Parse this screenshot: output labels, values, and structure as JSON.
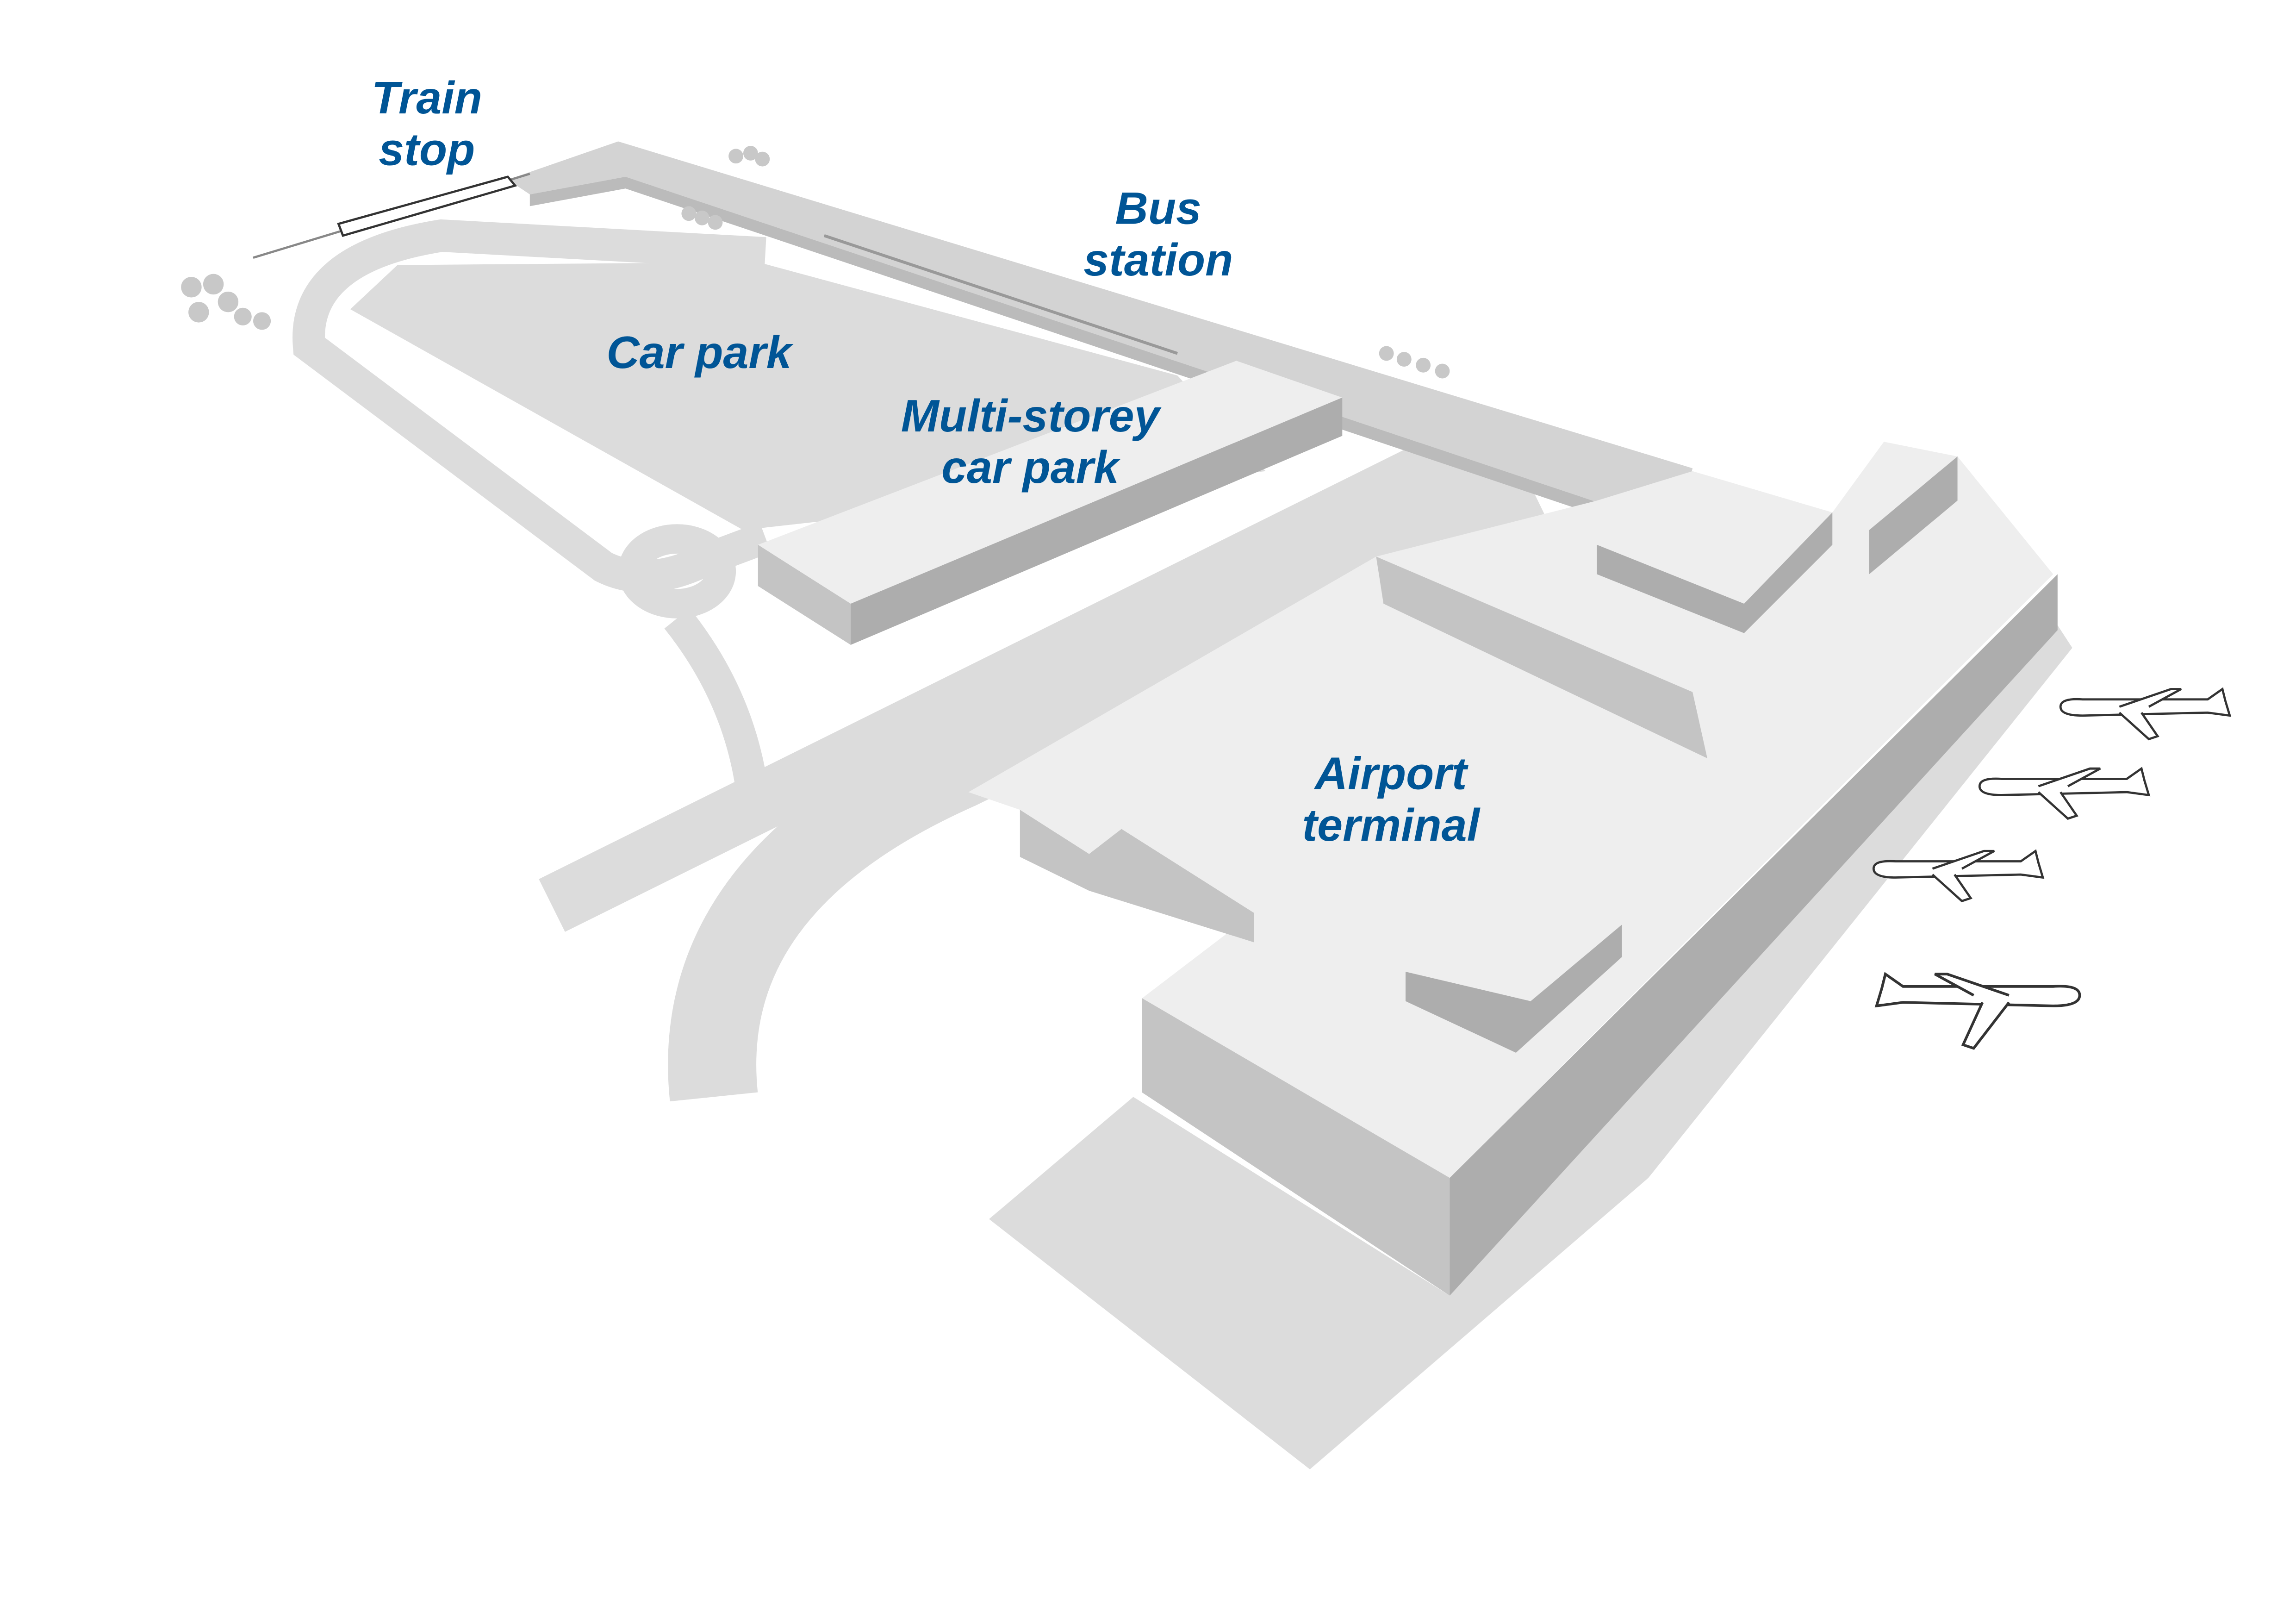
{
  "labels": {
    "train_stop": [
      "Train",
      "stop"
    ],
    "bus_station": [
      "Bus",
      "station"
    ],
    "car_park": "Car park",
    "multi_storey": [
      "Multi-storey",
      "car park"
    ],
    "airport_terminal": [
      "Airport",
      "terminal"
    ]
  },
  "colors": {
    "label": "#005596",
    "ground": "#dcdcdc",
    "roof": "#eeeeee",
    "wall_front": "#c4c4c4",
    "wall_side": "#adadad"
  },
  "icons": [
    "train-icon",
    "tree-icon",
    "airplane-icon"
  ]
}
